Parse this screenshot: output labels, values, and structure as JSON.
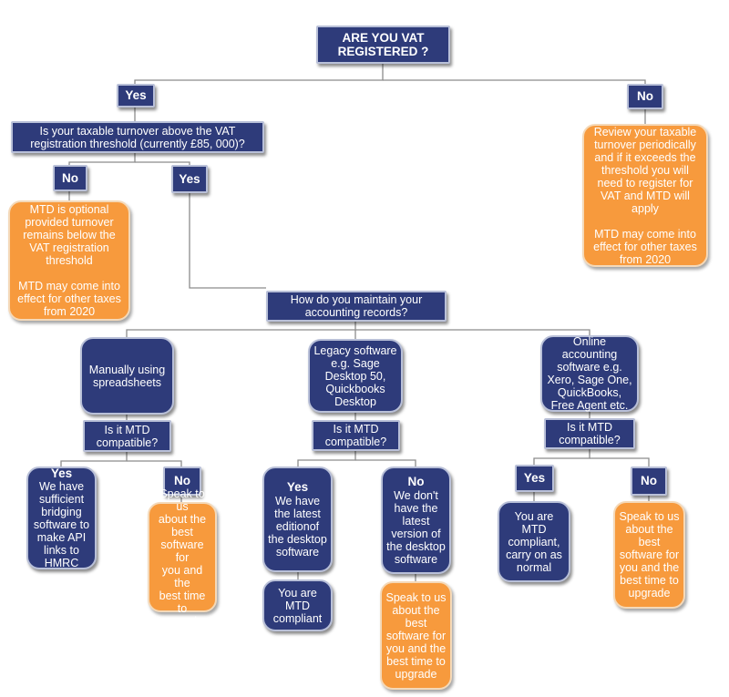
{
  "colors": {
    "navy": "#2e3b7a",
    "orange": "#f79a3d",
    "connector": "#8c8c8c"
  },
  "question_vat": "ARE YOU VAT\nREGISTERED ?",
  "yes_top": "Yes",
  "no_top": "No",
  "question_turnover": "Is your taxable turnover above the VAT\nregistration threshold (currently £85, 000)?",
  "no_review_text": "Review your taxable\nturnover periodically\nand if it exceeds the\nthreshold you will\nneed to register for\nVAT and MTD will\napply\n\nMTD may come into\neffect for other taxes\nfrom 2020",
  "turnover_no": "No",
  "turnover_yes": "Yes",
  "mtd_optional_text": "MTD is optional\nprovided turnover\nremains below the\nVAT registration\nthreshold\n\nMTD may come into\neffect for other taxes\nfrom 2020",
  "question_records": "How do you maintain your\naccounting records?",
  "branches": {
    "spreadsheets": {
      "method": "Manually using\nspreadsheets",
      "question": "Is it MTD\ncompatible?",
      "yes_title": "Yes",
      "yes_text": "We have\nsufficient\nbridging\nsoftware to\nmake API\nlinks to\nHMRC",
      "no_title": "No",
      "no_text": "Speak to us\nabout the\nbest\nsoftware for\nyou and the\nbest time to\nupgrade"
    },
    "legacy": {
      "method": "Legacy software\ne.g. Sage\nDesktop 50,\nQuickbooks\nDesktop",
      "question": "Is it MTD\ncompatible?",
      "yes_title": "Yes",
      "yes_text": "We have\nthe latest\neditionof\nthe desktop\nsoftware",
      "yes_result": "You are\nMTD\ncompliant",
      "no_title": "No",
      "no_text": "We don't\nhave the\nlatest\nversion of\nthe desktop\nsoftware",
      "no_result": "Speak to us\nabout the\nbest\nsoftware for\nyou and the\nbest time to\nupgrade"
    },
    "online": {
      "method": "Online\naccounting\nsoftware e.g.\nXero, Sage One,\nQuickBooks,\nFree Agent etc.",
      "question": "Is it MTD\ncompatible?",
      "yes_title": "Yes",
      "yes_text": "You are\nMTD\ncompliant,\ncarry on as\nnormal",
      "no_title": "No",
      "no_text": "Speak to us\nabout the\nbest\nsoftware for\nyou and the\nbest time to\nupgrade"
    }
  }
}
